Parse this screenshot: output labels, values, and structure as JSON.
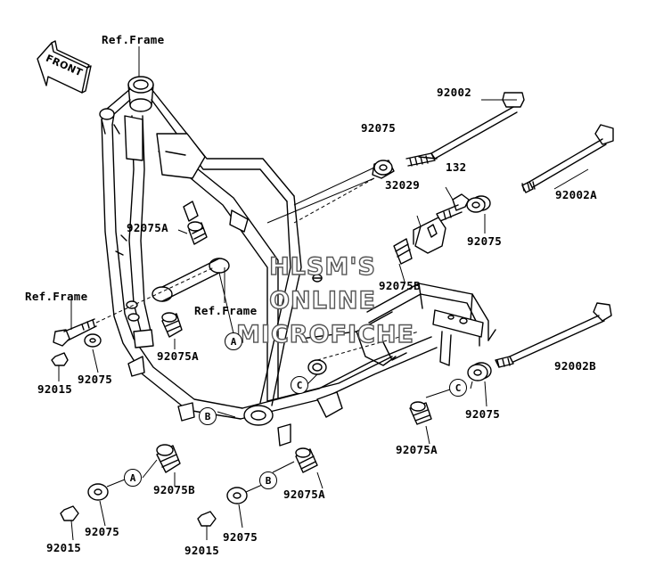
{
  "diagram": {
    "front_arrow": "FRONT",
    "labels": {
      "ref_frame_top": "Ref.Frame",
      "ref_frame_left": "Ref.Frame",
      "ref_frame_mid": "Ref.Frame",
      "p92002": "92002",
      "p92002a": "92002A",
      "p92002b": "92002B",
      "p92075_top": "92075",
      "p132": "132",
      "p32029": "32029",
      "p92075_right": "92075",
      "p92075a_upper": "92075A",
      "p92075b_mid": "92075B",
      "p92075a_left": "92075A",
      "p92075_left": "92075",
      "p92015_left": "92015",
      "p92075_lowerright": "92075",
      "p92075a_lowerright": "92075A",
      "p92075b_bottom": "92075B",
      "p92075a_bottom": "92075A",
      "p92075_bottom_left": "92075",
      "p92075_bottom_mid": "92075",
      "p92015_bottom_left": "92015",
      "p92015_bottom_mid": "92015"
    },
    "callouts": {
      "a_frame": "A",
      "a_bottom": "A",
      "b_frame": "B",
      "b_bottom": "B",
      "c_frame": "C",
      "c_right": "C"
    }
  },
  "watermark": {
    "line1": "HLSM'S",
    "line2": "ONLINE",
    "line3": "MICROFICHE"
  }
}
